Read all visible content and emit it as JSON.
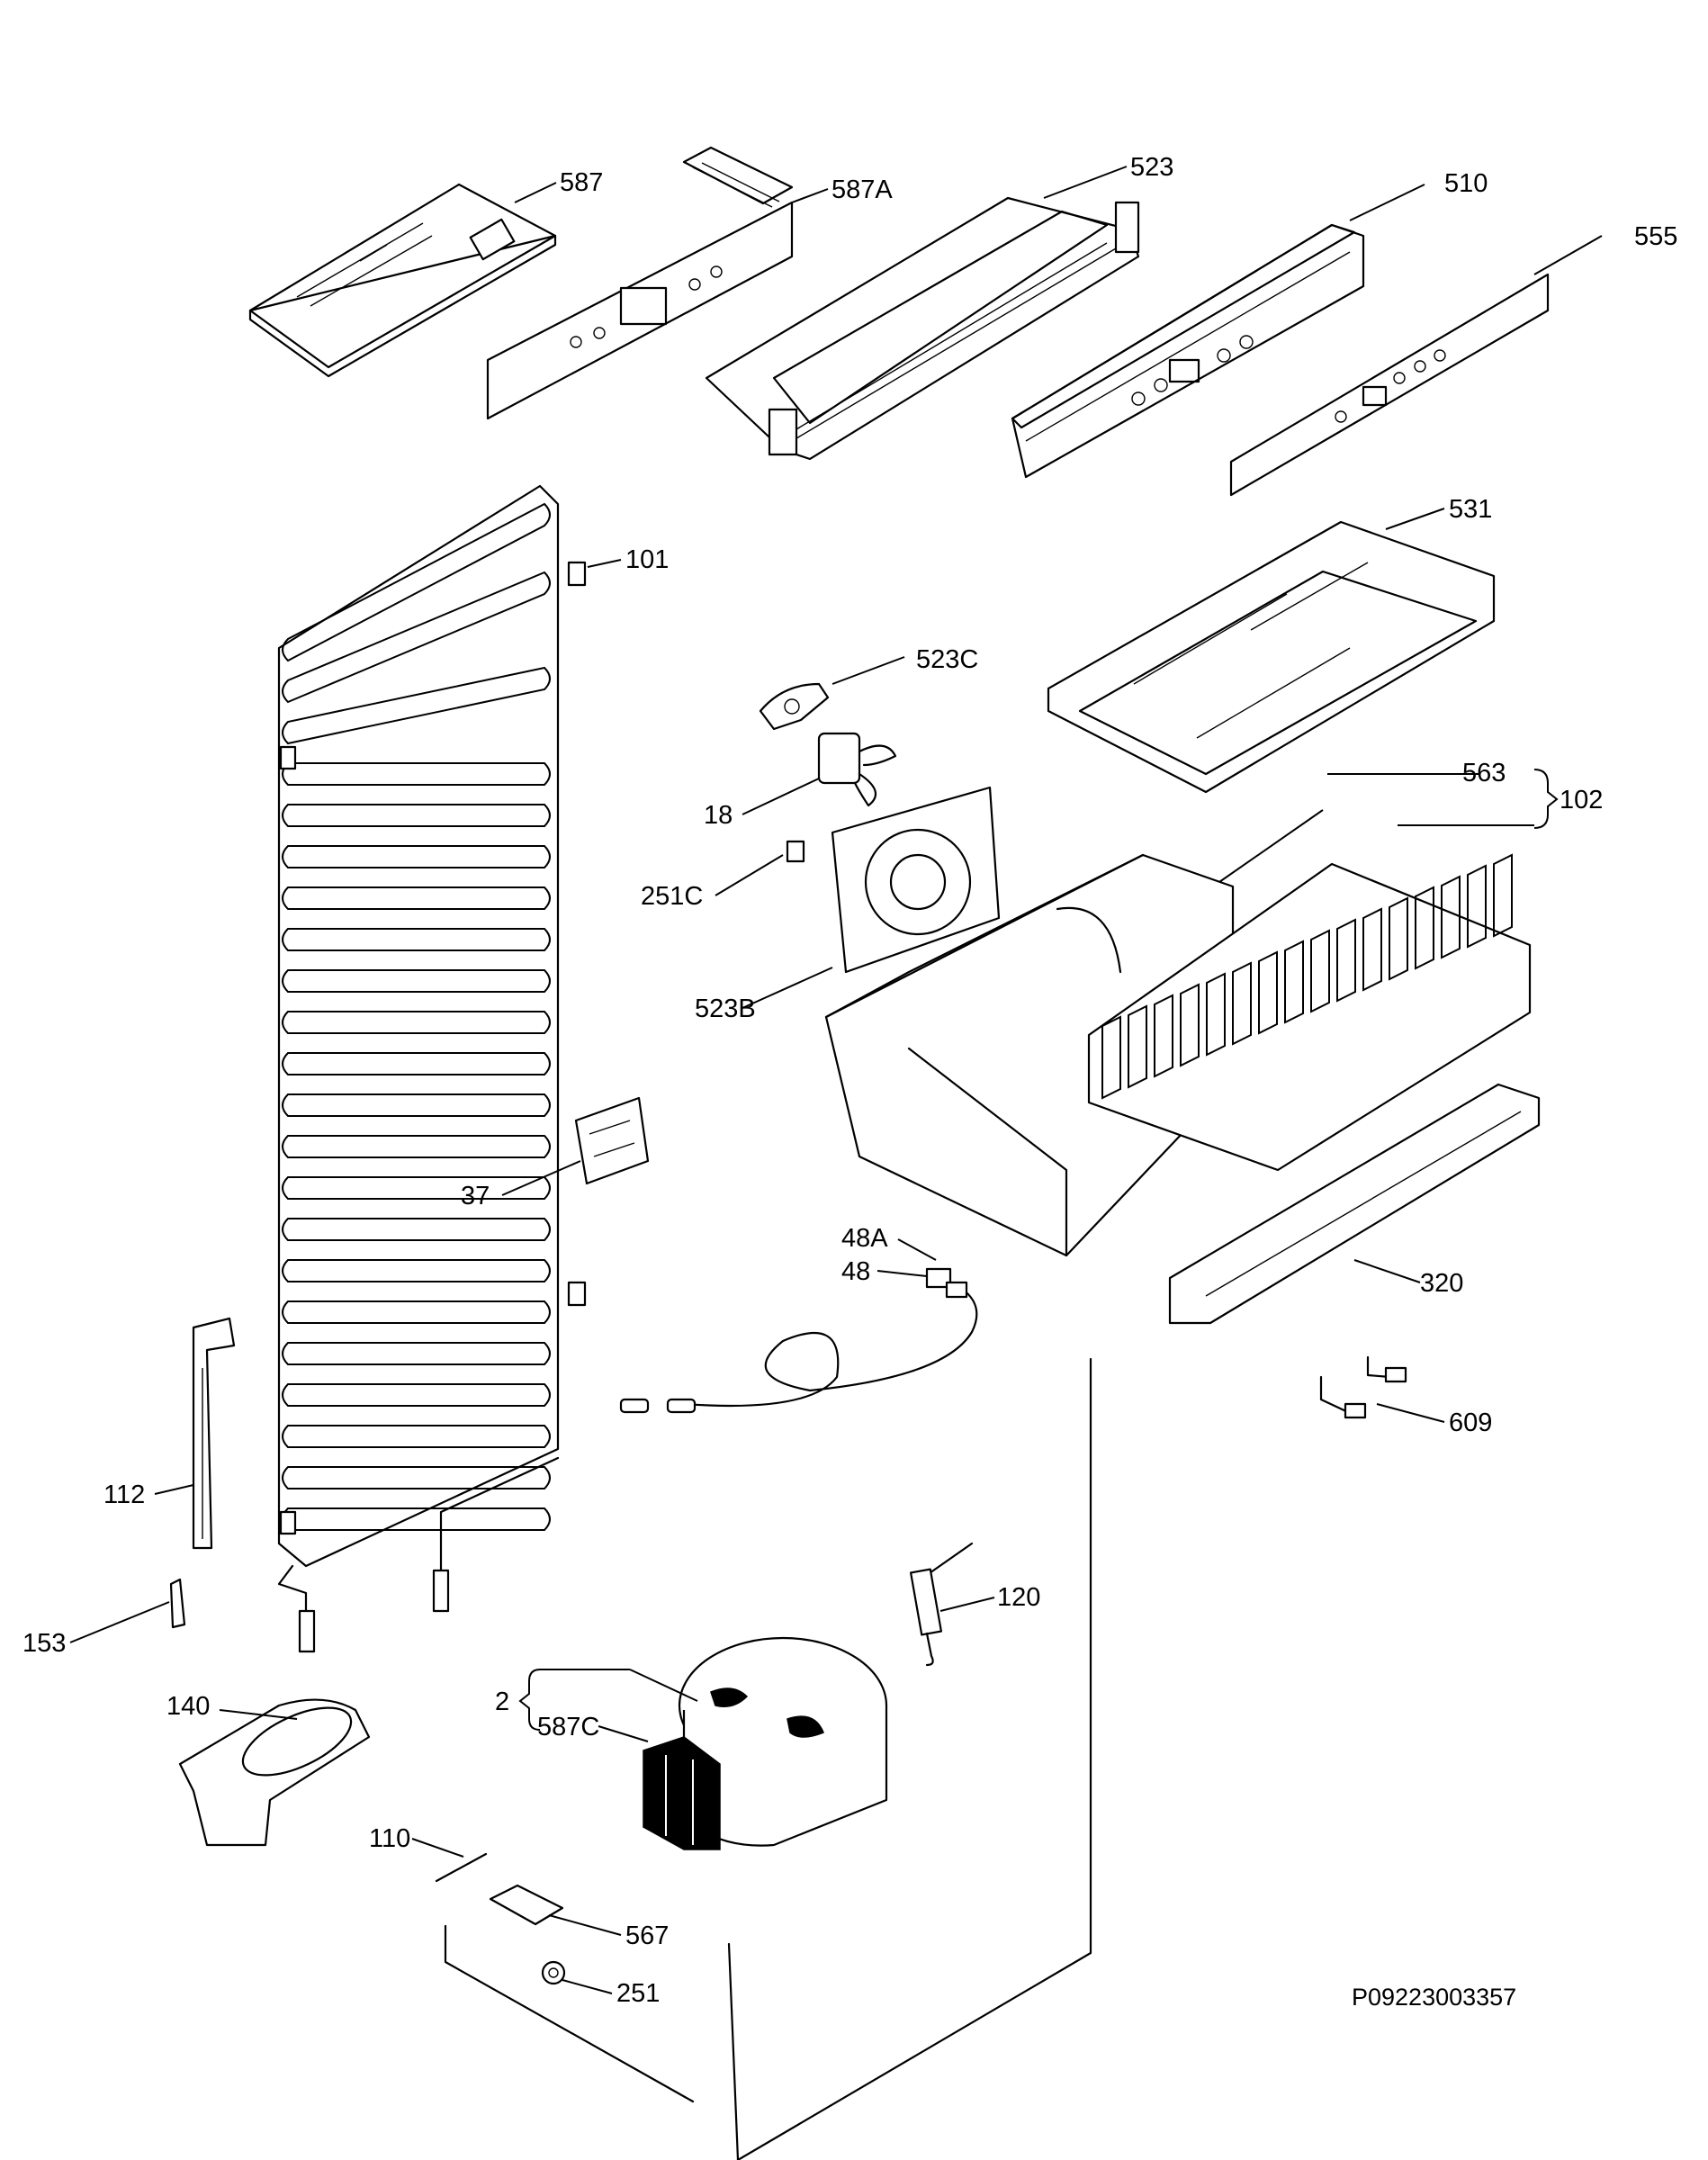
{
  "diagram": {
    "reference_code": "P09223003357",
    "labels": {
      "l587": "587",
      "l587A": "587A",
      "l523": "523",
      "l510": "510",
      "l555": "555",
      "l101": "101",
      "l531": "531",
      "l523C": "523C",
      "l18": "18",
      "l563": "563",
      "l102": "102",
      "l251C": "251C",
      "l523B": "523B",
      "l37": "37",
      "l48A": "48A",
      "l48": "48",
      "l320": "320",
      "l609": "609",
      "l112": "112",
      "l153": "153",
      "l120": "120",
      "l2": "2",
      "l587C": "587C",
      "l140": "140",
      "l110": "110",
      "l567": "567",
      "l251": "251"
    }
  }
}
